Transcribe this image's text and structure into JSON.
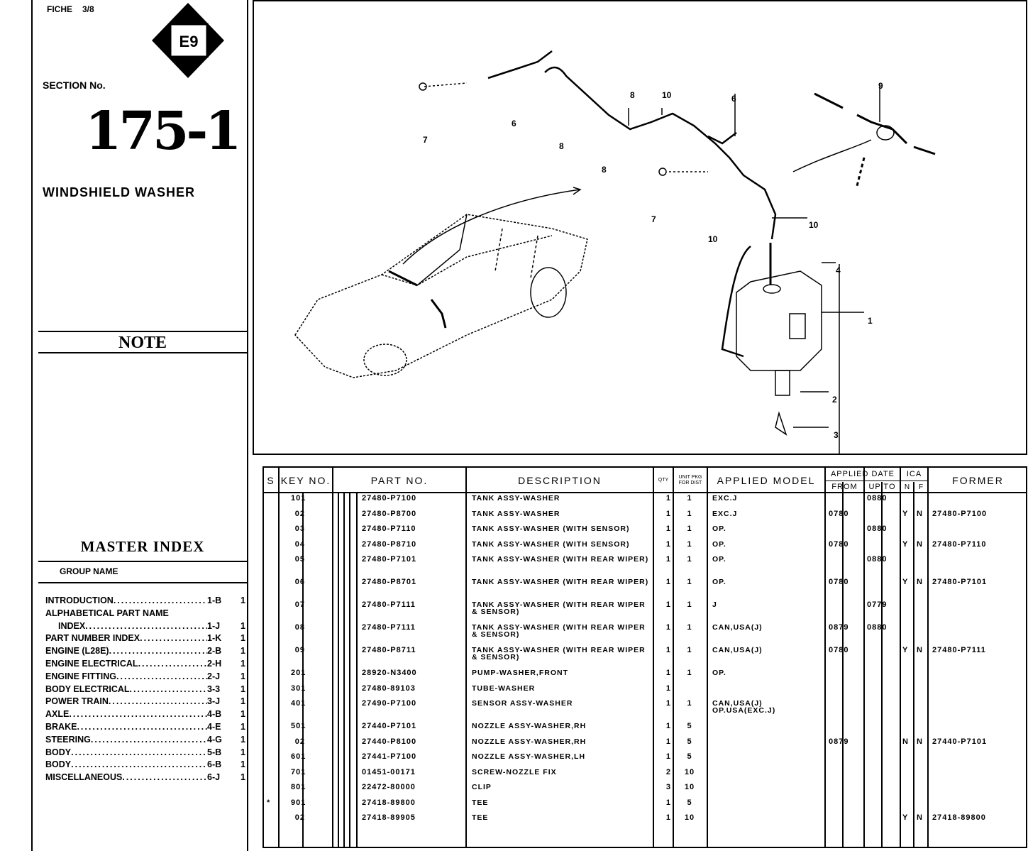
{
  "header": {
    "fiche_label": "FICHE",
    "fiche_value": "3/8",
    "badge_code": "E9",
    "section_label": "SECTION No.",
    "section_number": "175-1",
    "section_title": "WINDSHIELD WASHER",
    "note_label": "NOTE"
  },
  "master_index": {
    "title": "MASTER INDEX",
    "group_header": "GROUP NAME",
    "items": [
      {
        "name": "INTRODUCTION",
        "page": "1-B",
        "sub": "1"
      },
      {
        "name": "ALPHABETICAL PART NAME",
        "page": "",
        "sub": ""
      },
      {
        "name": "INDEX",
        "page": "1-J",
        "sub": "1"
      },
      {
        "name": "PART NUMBER INDEX",
        "page": "1-K",
        "sub": "1"
      },
      {
        "name": "ENGINE (L28E)",
        "page": "2-B",
        "sub": "1"
      },
      {
        "name": "ENGINE ELECTRICAL",
        "page": "2-H",
        "sub": "1"
      },
      {
        "name": "ENGINE FITTING",
        "page": "2-J",
        "sub": "1"
      },
      {
        "name": "BODY ELECTRICAL",
        "page": "3-3",
        "sub": "1"
      },
      {
        "name": "POWER TRAIN",
        "page": "3-J",
        "sub": "1"
      },
      {
        "name": "AXLE",
        "page": "4-B",
        "sub": "1"
      },
      {
        "name": "BRAKE",
        "page": "4-E",
        "sub": "1"
      },
      {
        "name": "STEERING",
        "page": "4-G",
        "sub": "1"
      },
      {
        "name": "BODY",
        "page": "5-B",
        "sub": "1"
      },
      {
        "name": "BODY",
        "page": "6-B",
        "sub": "1"
      },
      {
        "name": "MISCELLANEOUS",
        "page": "6-J",
        "sub": "1"
      }
    ]
  },
  "diagram": {
    "callouts": [
      "1",
      "2",
      "3",
      "4",
      "6",
      "7",
      "7",
      "8",
      "8",
      "8",
      "9",
      "10",
      "10",
      "10",
      "6"
    ]
  },
  "table": {
    "headers": {
      "s": "S",
      "key": "KEY NO.",
      "part": "PART NO.",
      "desc": "DESCRIPTION",
      "qty": "QTY",
      "pkg": "UNIT PKG FOR DIST",
      "model": "APPLIED MODEL",
      "applied_date": "APPLIED DATE",
      "from": "FROM",
      "upto": "UP TO",
      "ica": "ICA",
      "n": "N",
      "f": "F",
      "former": "FORMER"
    },
    "rows": [
      {
        "s": "",
        "key": "101",
        "part": "27480-P7100",
        "desc": "TANK ASSY-WASHER",
        "qty": "1",
        "pkg": "1",
        "model": "EXC.J",
        "from": "",
        "upto": "0880",
        "n": "",
        "f": "",
        "former": ""
      },
      {
        "s": "",
        "key": "02",
        "part": "27480-P8700",
        "desc": "TANK ASSY-WASHER",
        "qty": "1",
        "pkg": "1",
        "model": "EXC.J",
        "from": "0780",
        "upto": "",
        "n": "Y",
        "f": "N",
        "former": "27480-P7100"
      },
      {
        "s": "",
        "key": "03",
        "part": "27480-P7110",
        "desc": "TANK ASSY-WASHER (WITH SENSOR)",
        "qty": "1",
        "pkg": "1",
        "model": "OP.",
        "from": "",
        "upto": "0880",
        "n": "",
        "f": "",
        "former": ""
      },
      {
        "s": "",
        "key": "04",
        "part": "27480-P8710",
        "desc": "TANK ASSY-WASHER (WITH SENSOR)",
        "qty": "1",
        "pkg": "1",
        "model": "OP.",
        "from": "0780",
        "upto": "",
        "n": "Y",
        "f": "N",
        "former": "27480-P7110"
      },
      {
        "s": "",
        "key": "05",
        "part": "27480-P7101",
        "desc": "TANK ASSY-WASHER (WITH REAR WIPER)",
        "qty": "1",
        "pkg": "1",
        "model": "OP.",
        "from": "",
        "upto": "0880",
        "n": "",
        "f": "",
        "former": ""
      },
      {
        "s": "",
        "key": "06",
        "part": "27480-P8701",
        "desc": "TANK ASSY-WASHER (WITH REAR WIPER)",
        "qty": "1",
        "pkg": "1",
        "model": "OP.",
        "from": "0780",
        "upto": "",
        "n": "Y",
        "f": "N",
        "former": "27480-P7101"
      },
      {
        "s": "",
        "key": "07",
        "part": "27480-P7111",
        "desc": "TANK ASSY-WASHER (WITH REAR WIPER & SENSOR)",
        "qty": "1",
        "pkg": "1",
        "model": "J",
        "from": "",
        "upto": "0779",
        "n": "",
        "f": "",
        "former": ""
      },
      {
        "s": "",
        "key": "08",
        "part": "27480-P7111",
        "desc": "TANK ASSY-WASHER (WITH REAR WIPER & SENSOR)",
        "qty": "1",
        "pkg": "1",
        "model": "CAN,USA(J)",
        "from": "0879",
        "upto": "0880",
        "n": "",
        "f": "",
        "former": ""
      },
      {
        "s": "",
        "key": "09",
        "part": "27480-P8711",
        "desc": "TANK ASSY-WASHER (WITH REAR WIPER & SENSOR)",
        "qty": "1",
        "pkg": "1",
        "model": "CAN,USA(J)",
        "from": "0780",
        "upto": "",
        "n": "Y",
        "f": "N",
        "former": "27480-P7111"
      },
      {
        "s": "",
        "key": "201",
        "part": "28920-N3400",
        "desc": "PUMP-WASHER,FRONT",
        "qty": "1",
        "pkg": "1",
        "model": "OP.",
        "from": "",
        "upto": "",
        "n": "",
        "f": "",
        "former": ""
      },
      {
        "s": "",
        "key": "301",
        "part": "27480-89103",
        "desc": "TUBE-WASHER",
        "qty": "1",
        "pkg": "",
        "model": "",
        "from": "",
        "upto": "",
        "n": "",
        "f": "",
        "former": ""
      },
      {
        "s": "",
        "key": "401",
        "part": "27490-P7100",
        "desc": "SENSOR ASSY-WASHER",
        "qty": "1",
        "pkg": "1",
        "model": "CAN,USA(J) OP.USA(EXC.J)",
        "from": "",
        "upto": "",
        "n": "",
        "f": "",
        "former": ""
      },
      {
        "s": "",
        "key": "501",
        "part": "27440-P7101",
        "desc": "NOZZLE ASSY-WASHER,RH",
        "qty": "1",
        "pkg": "5",
        "model": "",
        "from": "",
        "upto": "",
        "n": "",
        "f": "",
        "former": ""
      },
      {
        "s": "",
        "key": "02",
        "part": "27440-P8100",
        "desc": "NOZZLE ASSY-WASHER,RH",
        "qty": "1",
        "pkg": "5",
        "model": "",
        "from": "0879",
        "upto": "",
        "n": "N",
        "f": "N",
        "former": "27440-P7101"
      },
      {
        "s": "",
        "key": "601",
        "part": "27441-P7100",
        "desc": "NOZZLE ASSY-WASHER,LH",
        "qty": "1",
        "pkg": "5",
        "model": "",
        "from": "",
        "upto": "",
        "n": "",
        "f": "",
        "former": ""
      },
      {
        "s": "",
        "key": "701",
        "part": "01451-00171",
        "desc": "SCREW-NOZZLE FIX",
        "qty": "2",
        "pkg": "10",
        "model": "",
        "from": "",
        "upto": "",
        "n": "",
        "f": "",
        "former": ""
      },
      {
        "s": "",
        "key": "801",
        "part": "22472-80000",
        "desc": "CLIP",
        "qty": "3",
        "pkg": "10",
        "model": "",
        "from": "",
        "upto": "",
        "n": "",
        "f": "",
        "former": ""
      },
      {
        "s": "*",
        "key": "901",
        "part": "27418-89800",
        "desc": "TEE",
        "qty": "1",
        "pkg": "5",
        "model": "",
        "from": "",
        "upto": "",
        "n": "",
        "f": "",
        "former": ""
      },
      {
        "s": "",
        "key": "02",
        "part": "27418-89905",
        "desc": "TEE",
        "qty": "1",
        "pkg": "10",
        "model": "",
        "from": "",
        "upto": "",
        "n": "Y",
        "f": "N",
        "former": "27418-89800"
      }
    ]
  }
}
